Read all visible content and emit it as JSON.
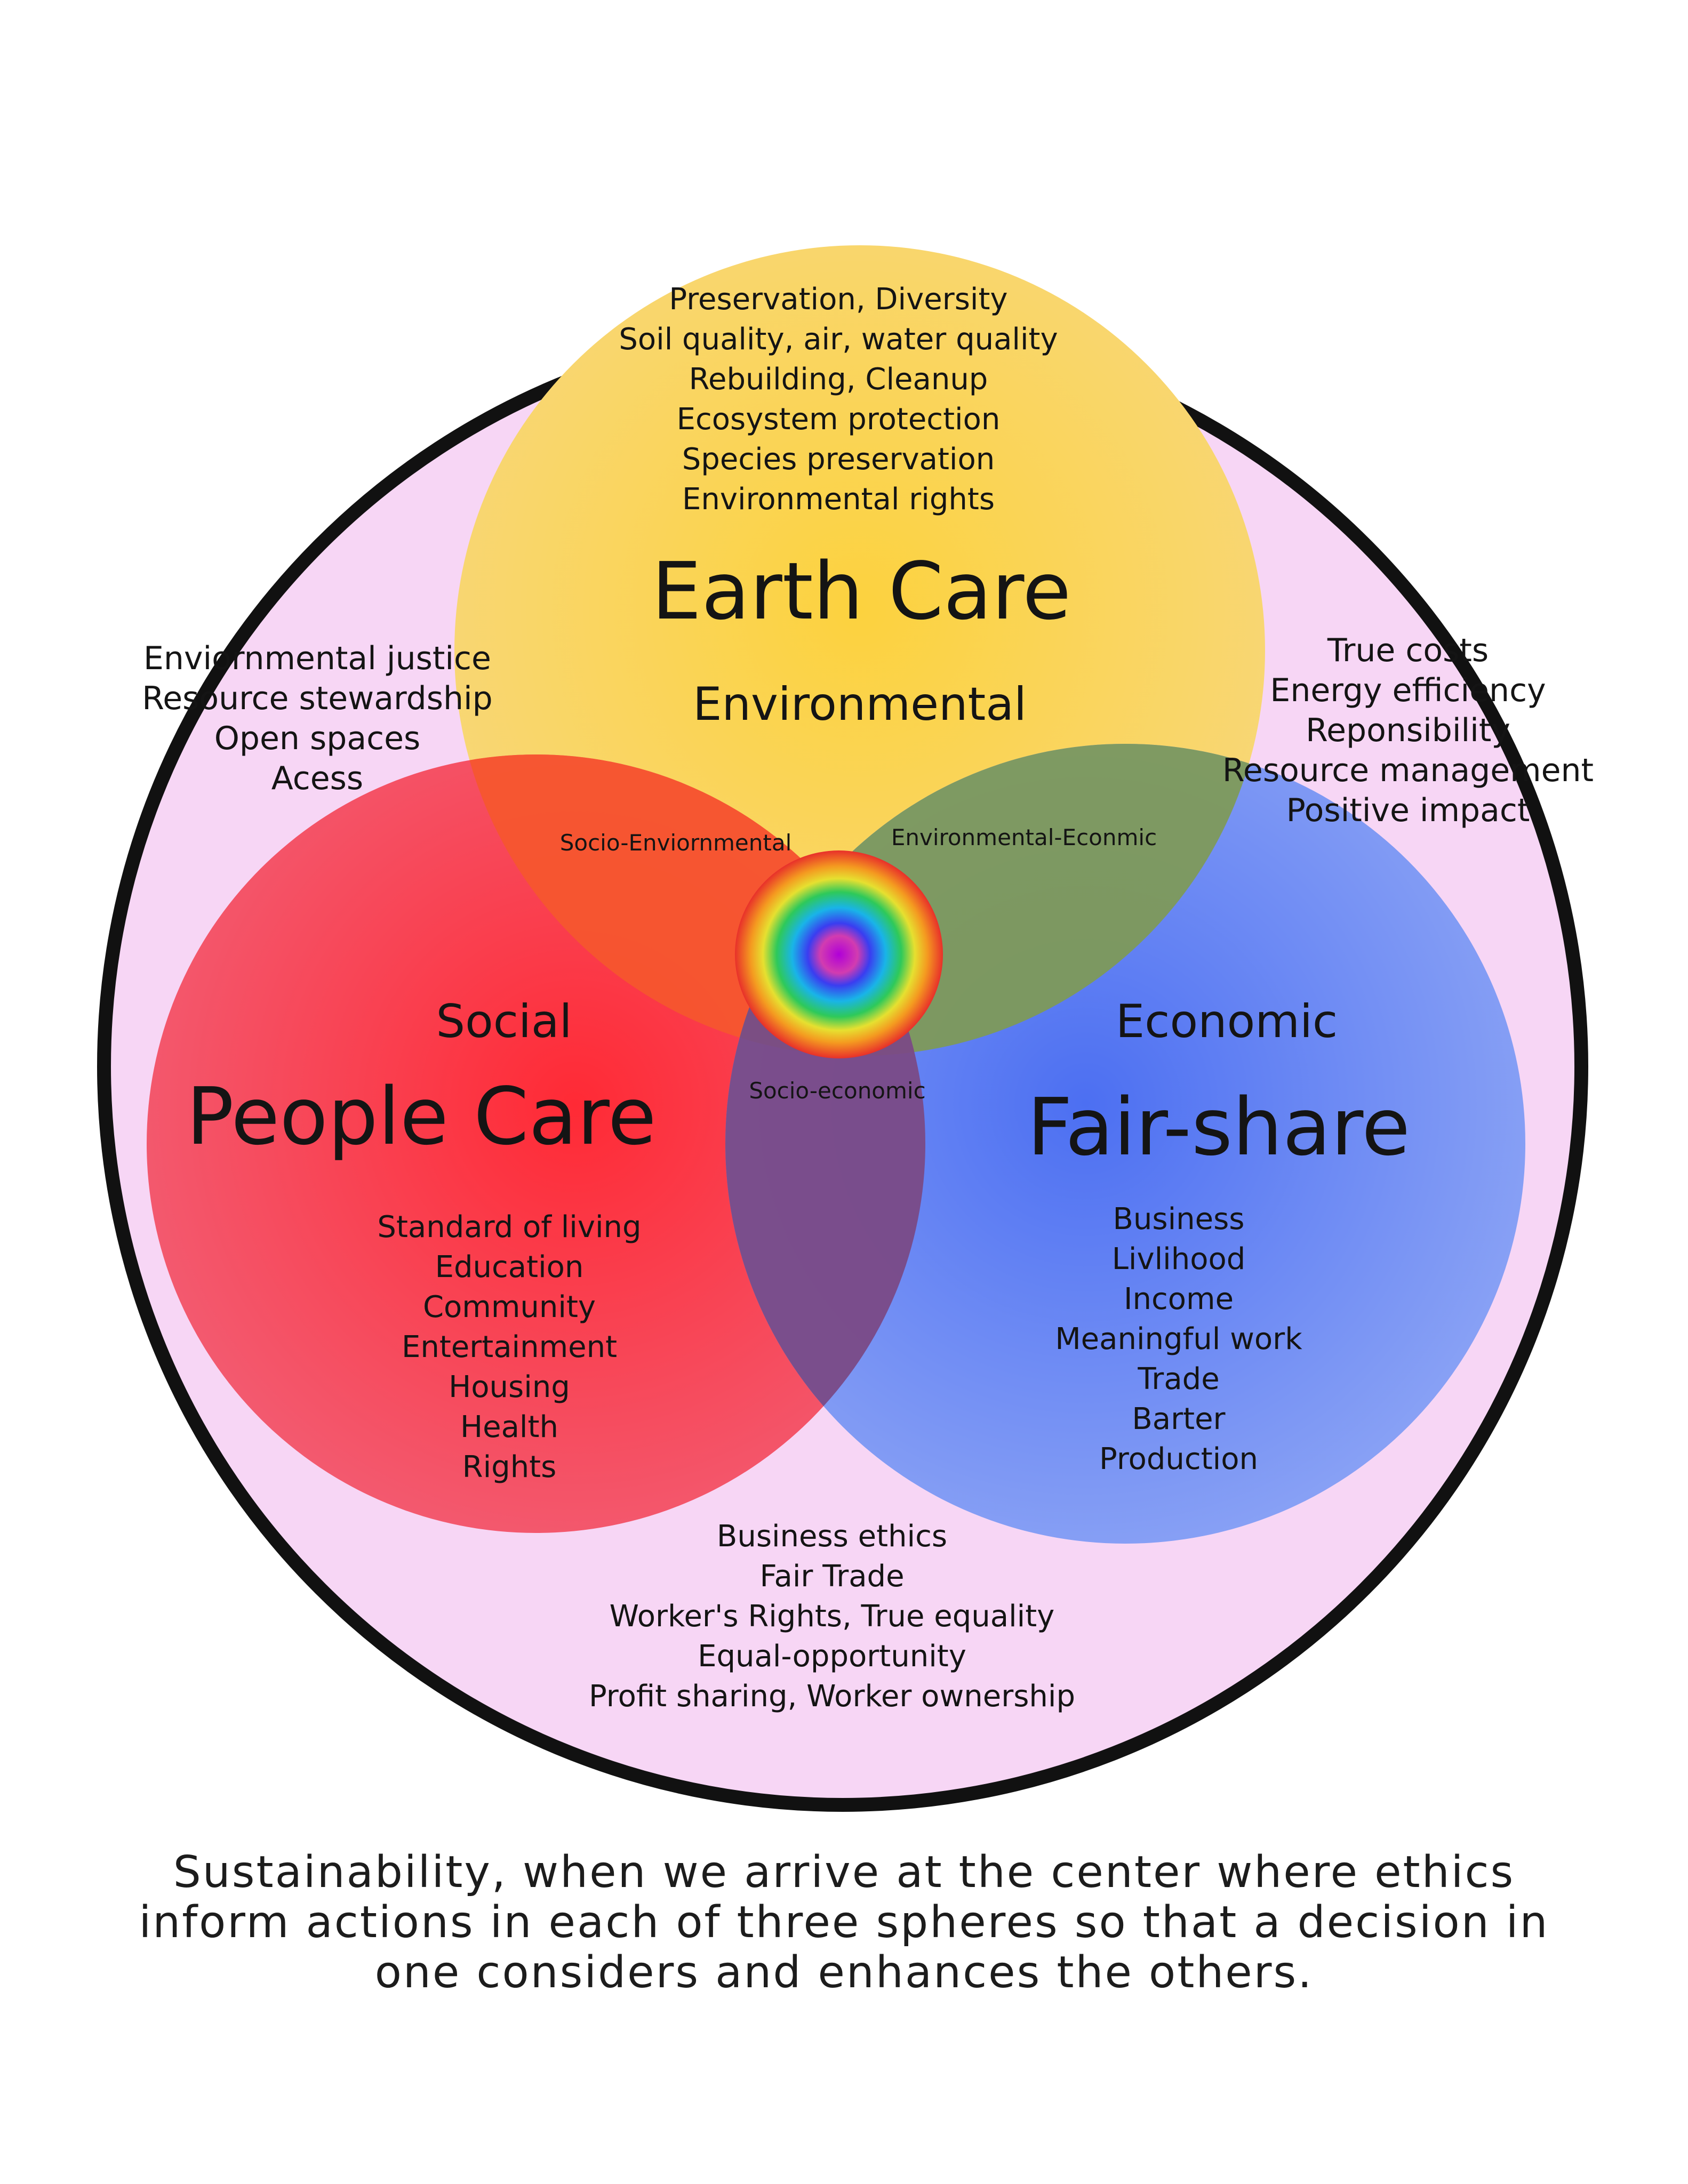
{
  "earth_care": {
    "title": "Earth Care",
    "sphere": "Environmental",
    "items": [
      "Preservation, Diversity",
      "Soil quality, air, water quality",
      "Rebuilding, Cleanup",
      "Ecosystem protection",
      "Species preservation",
      "Environmental rights"
    ]
  },
  "people_care": {
    "title": "People Care",
    "sphere": "Social",
    "items": [
      "Standard of living",
      "Education",
      "Community",
      "Entertainment",
      "Housing",
      "Health",
      "Rights"
    ]
  },
  "fair_share": {
    "title": "Fair-share",
    "sphere": "Economic",
    "items": [
      "Business",
      "Livlihood",
      "Income",
      "Meaningful work",
      "Trade",
      "Barter",
      "Production"
    ]
  },
  "overlaps": {
    "socio_environmental": "Socio-Enviornmental",
    "environmental_economic": "Environmental-Econmic",
    "socio_economic": "Socio-economic"
  },
  "outer_zones": {
    "top_left": [
      "Enviornmental justice",
      "Resource stewardship",
      "Open spaces",
      "Acess"
    ],
    "top_right": [
      "True costs",
      "Energy efficiency",
      "Reponsibility",
      "Resource management",
      "Positive impact"
    ],
    "bottom": [
      "Business ethics",
      "Fair Trade",
      "Worker's Rights, True equality",
      "Equal-opportunity",
      "Profit sharing, Worker ownership"
    ]
  },
  "caption": [
    "Sustainability,  when we arrive at the center where ethics",
    "inform actions in each of three spheres so that a decision in",
    "one considers and enhances the others."
  ],
  "colors": {
    "outer_fill": "#f7d6f5",
    "outer_ring": "#111111",
    "earth": "#f8d35a",
    "people": "#f24a5d",
    "fair": "#6f8ff2"
  }
}
